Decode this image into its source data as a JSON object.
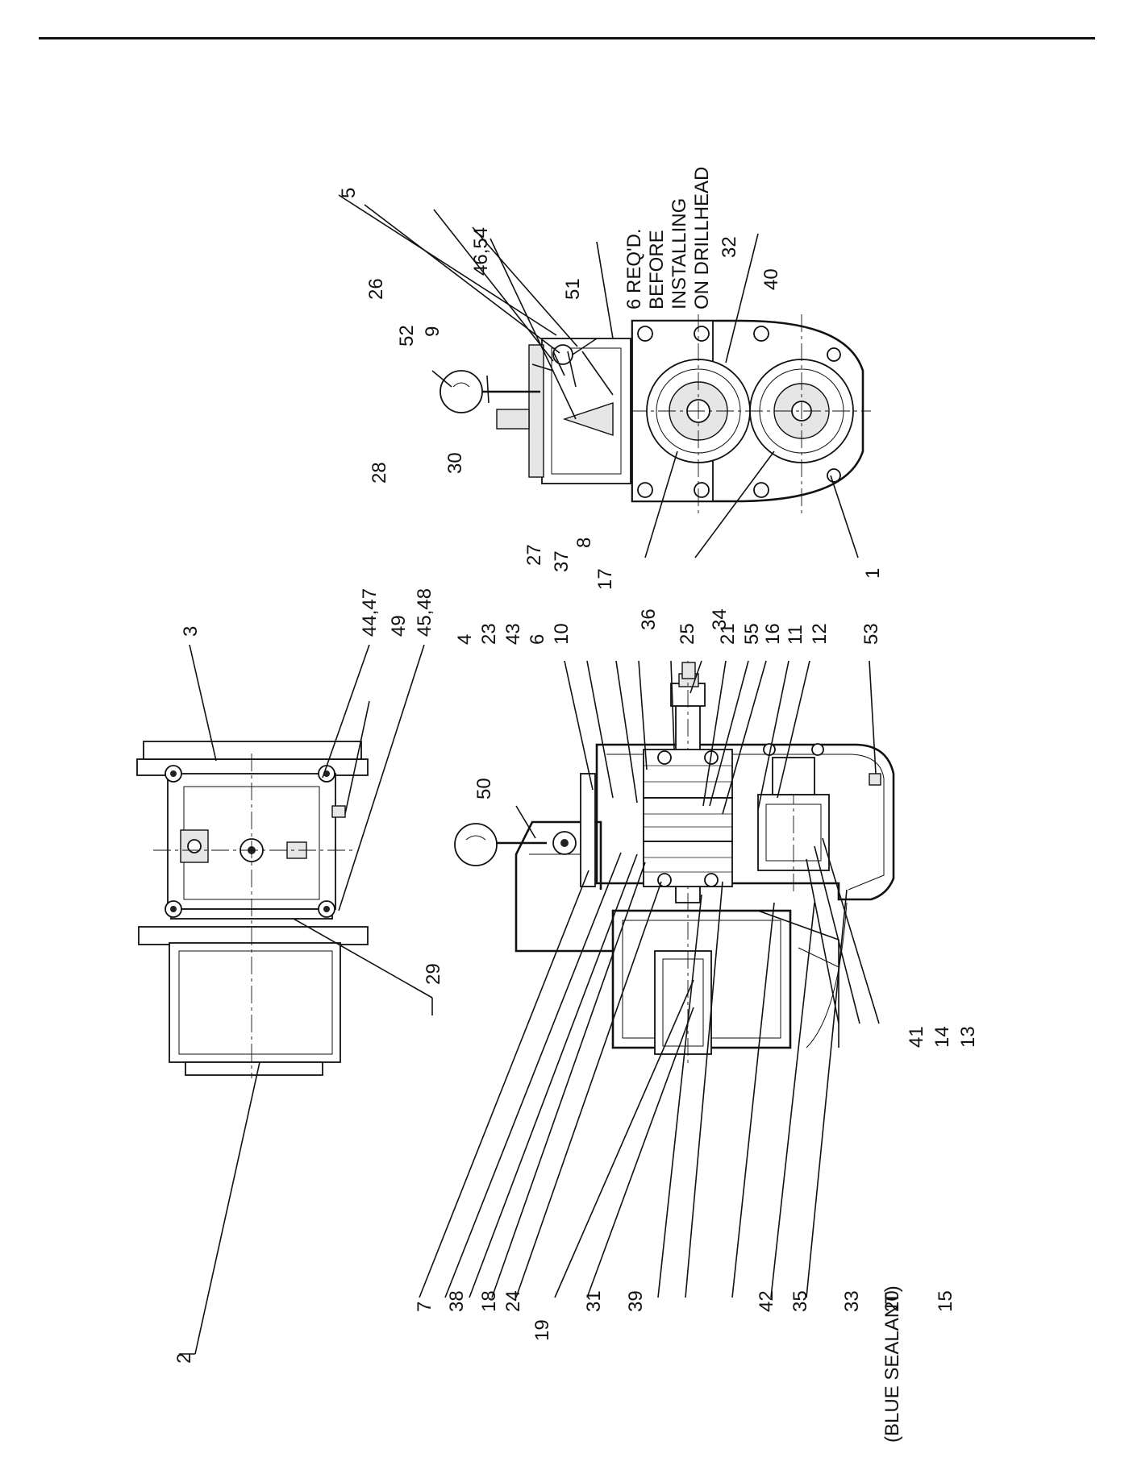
{
  "drawing": {
    "callouts": {
      "c2": "2",
      "c3": "3",
      "c4447": "44,47",
      "c49": "49",
      "c4548": "45,48",
      "c29": "29",
      "c50": "50",
      "c4": "4",
      "c23": "23",
      "c43": "43",
      "c6": "6",
      "c10": "10",
      "c25": "25",
      "c21": "21",
      "c55": "55",
      "c16": "16",
      "c11": "11",
      "c12": "12",
      "c53": "53",
      "c41": "41",
      "c14": "14",
      "c13": "13",
      "c7": "7",
      "c38": "38",
      "c18": "18",
      "c24": "24",
      "c19": "19",
      "c31": "31",
      "c39": "39",
      "c42": "42",
      "c35": "35",
      "c33": "33",
      "c20": "20",
      "c15": "15",
      "c5": "5",
      "c26": "26",
      "c4654": "46,54",
      "c9": "9",
      "c52": "52",
      "c51": "51",
      "c28": "28",
      "c30": "30",
      "c27": "27",
      "c37": "37",
      "c8": "8",
      "c17": "17",
      "c36": "36",
      "c34": "34",
      "c1": "1",
      "c40": "40",
      "c32": "32"
    },
    "notes": {
      "blue_sealant": "(BLUE SEALANT)",
      "req_line1": "6 REQ'D.",
      "req_line2": "BEFORE",
      "req_line3": "INSTALLING",
      "req_line4": "ON DRILLHEAD"
    }
  }
}
